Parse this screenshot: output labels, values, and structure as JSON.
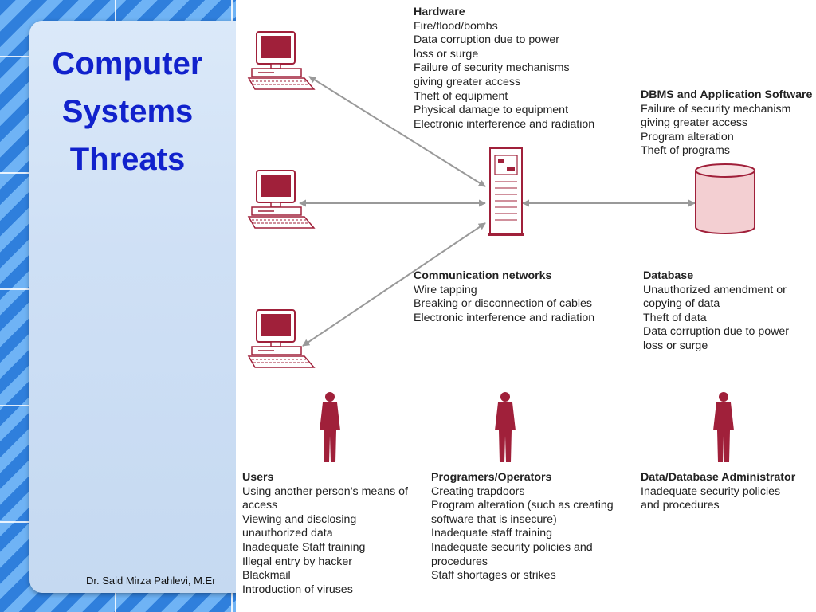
{
  "slide": {
    "title_lines": [
      "Computer",
      "Systems",
      "Threats"
    ],
    "footer": "Dr. Said Mirza Pahlevi, M.Er"
  },
  "diagram": {
    "hardware": {
      "heading": "Hardware",
      "items": [
        "Fire/flood/bombs",
        "Data corruption due to power",
        "loss or surge",
        "Failure of security mechanisms",
        "giving greater access",
        "Theft of equipment",
        "Physical damage to equipment",
        "Electronic interference and radiation"
      ]
    },
    "dbms": {
      "heading": "DBMS and Application Software",
      "items": [
        "Failure of security mechanism",
        "giving greater access",
        "Program alteration",
        "Theft of programs"
      ]
    },
    "communication": {
      "heading": "Communication networks",
      "items": [
        "Wire tapping",
        "Breaking or disconnection of cables",
        "Electronic interference and radiation"
      ]
    },
    "database": {
      "heading": "Database",
      "items": [
        "Unauthorized amendment or",
        "copying of data",
        "Theft of data",
        "Data corruption due to power",
        "loss or surge"
      ]
    },
    "users": {
      "heading": "Users",
      "items": [
        "Using another person’s means of",
        "access",
        "Viewing and disclosing",
        "unauthorized data",
        "Inadequate Staff training",
        "Illegal entry by hacker",
        "Blackmail",
        "Introduction of viruses"
      ]
    },
    "programmers": {
      "heading": "Programers/Operators",
      "items": [
        "Creating trapdoors",
        "Program alteration (such as creating",
        "software that is insecure)",
        "Inadequate staff training",
        "Inadequate security policies and",
        "procedures",
        "Staff shortages or strikes"
      ]
    },
    "dba": {
      "heading": "Data/Database Administrator",
      "items": [
        "Inadequate security policies",
        "and procedures"
      ]
    },
    "colors": {
      "accent": "#a0203a",
      "arrow": "#999999",
      "title": "#1122cc"
    }
  }
}
